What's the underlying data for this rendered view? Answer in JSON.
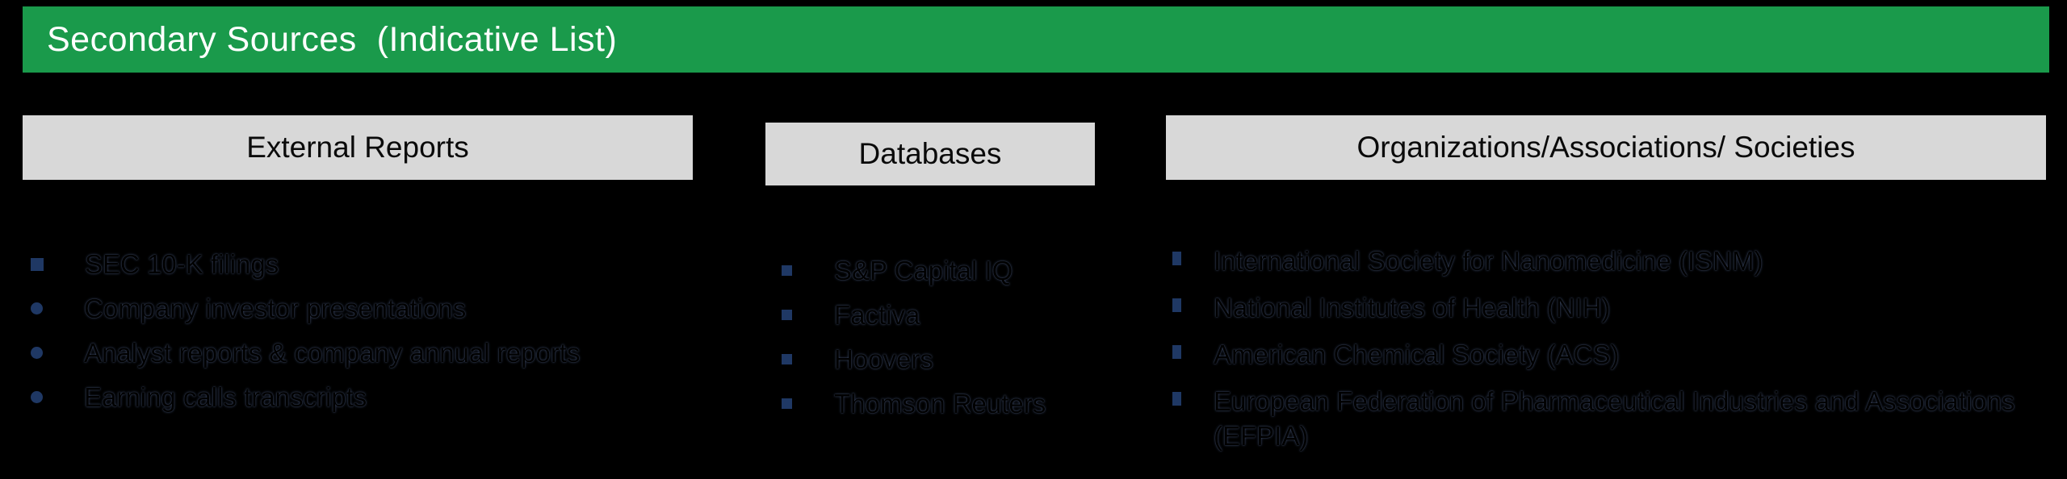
{
  "slide": {
    "title": "Secondary Sources  (Indicative List)"
  },
  "colors": {
    "title_bar_bg": "#1a9a4b",
    "title_text": "#ffffff",
    "header_box_bg": "#d8d8d8",
    "bullet": "#1f3864",
    "body_text": "#000000",
    "page_bg": "#000000"
  },
  "columns": [
    {
      "header": "External Reports",
      "items": [
        "SEC 10-K filings",
        "Company investor presentations",
        "Analyst reports & company annual reports",
        "Earning calls transcripts"
      ]
    },
    {
      "header": "Databases",
      "items": [
        "S&P Capital IQ",
        "Factiva",
        "Hoovers",
        "Thomson Reuters"
      ]
    },
    {
      "header": "Organizations/Associations/ Societies",
      "items": [
        "International Society for Nanomedicine (ISNM)",
        "National Institutes of Health (NIH)",
        "American Chemical Society (ACS)",
        "European Federation of Pharmaceutical Industries and Associations (EFPIA)"
      ]
    }
  ]
}
